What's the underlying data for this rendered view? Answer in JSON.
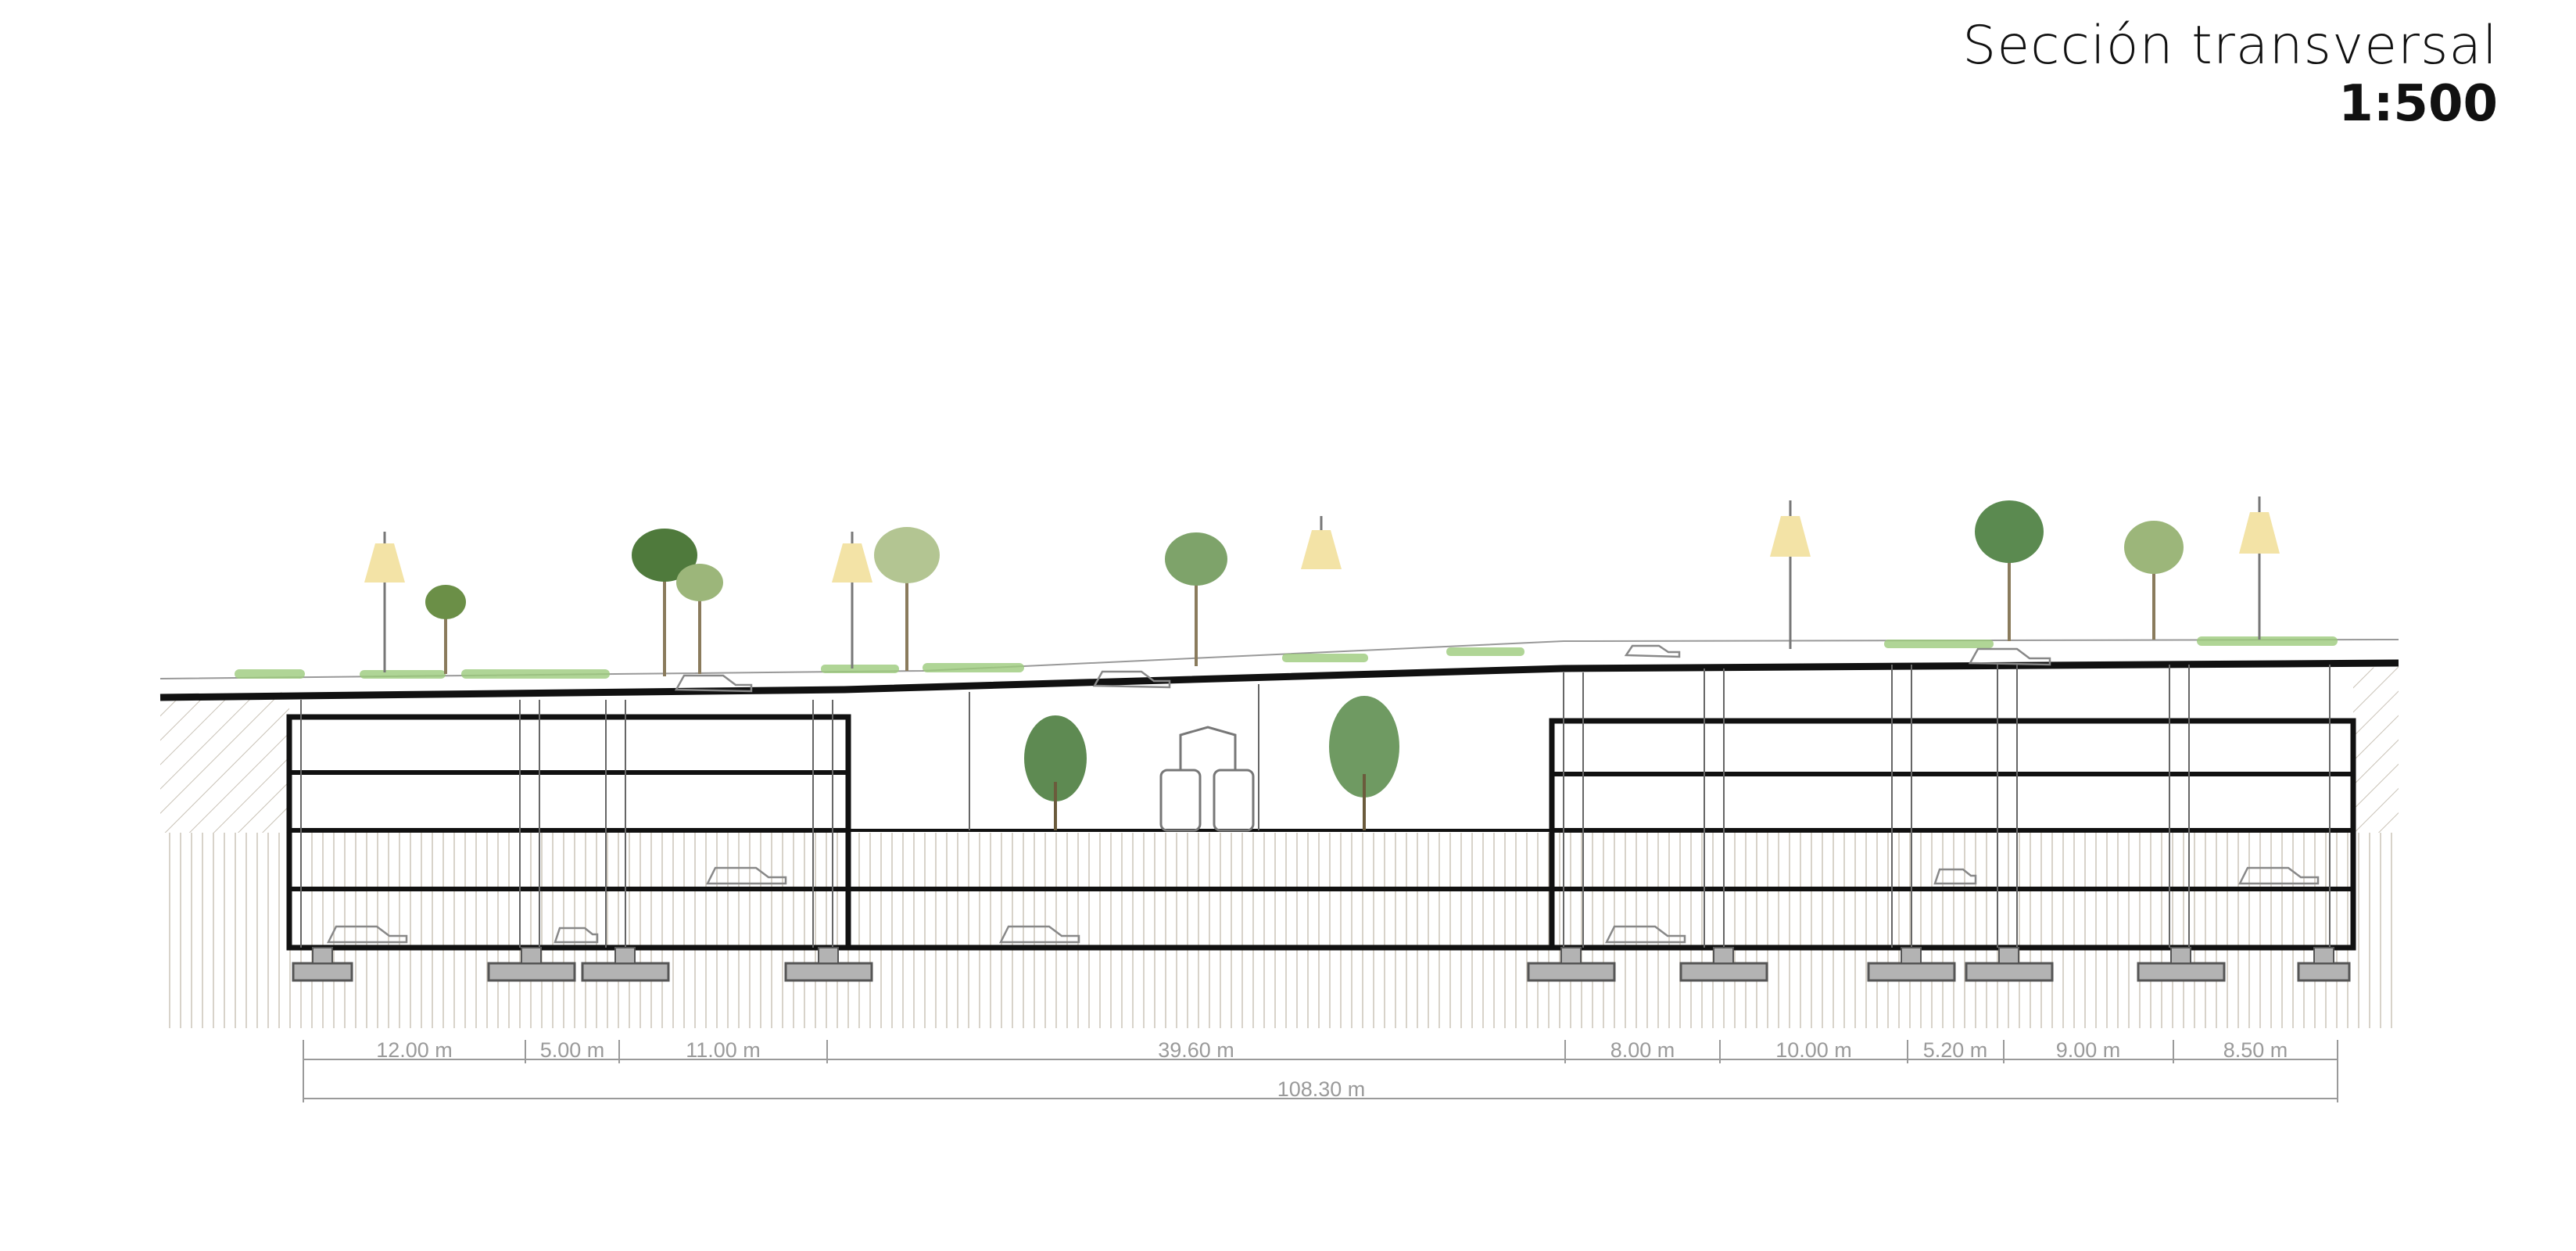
{
  "title": "Sección transversal",
  "scale": "1:500",
  "dimensions": {
    "spans": [
      "12.00 m",
      "5.00 m",
      "11.00 m",
      "39.60 m",
      "8.00 m",
      "10.00 m",
      "5.20 m",
      "9.00 m",
      "8.50 m"
    ],
    "total": "108.30 m"
  },
  "colors": {
    "structure": "#111111",
    "palm_dark": "#4f7a3c",
    "palm_light": "#9cb67a",
    "lamp_glow": "#f3e3a6",
    "hedge": "#8fbf6a",
    "soil_hatch": "#c9c2b6",
    "dimension": "#9a9a9a",
    "footing": "#b3b3b3"
  }
}
